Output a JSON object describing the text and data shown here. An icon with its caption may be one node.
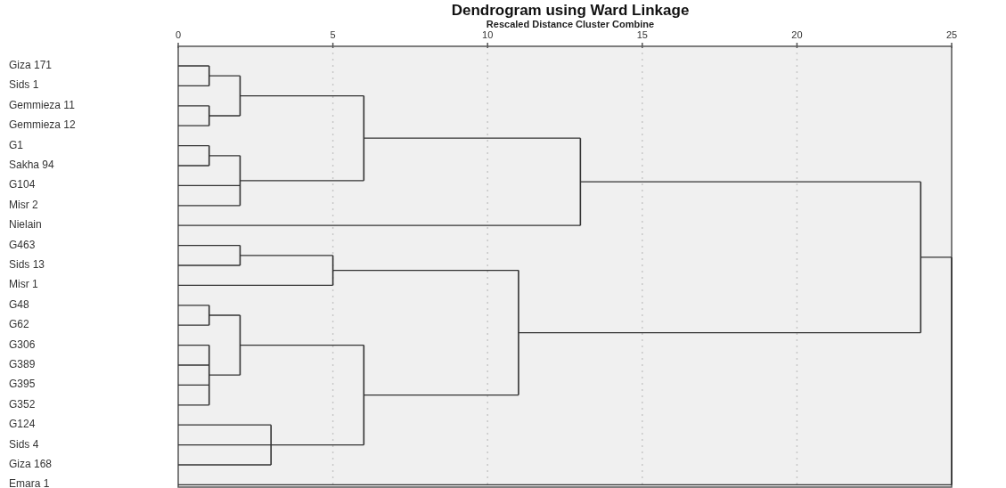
{
  "diagram": {
    "title": "Dendrogram using Ward Linkage",
    "labels": [
      "Rescaled Distance Cluster Combine",
      "0",
      "5",
      "10",
      "15",
      "20",
      "25",
      "Giza 171",
      "Sids 1",
      "Gemmieza 11",
      "Gemmieza 12",
      "G1",
      "Sakha 94",
      "G104",
      "Misr 2",
      "Nielain",
      "G463",
      "Sids 13",
      "Misr 1",
      "G48",
      "G62",
      "G306",
      "G389",
      "G395",
      "G352",
      "G124",
      "Sids 4",
      "Giza 168",
      "Emara 1"
    ]
  }
}
